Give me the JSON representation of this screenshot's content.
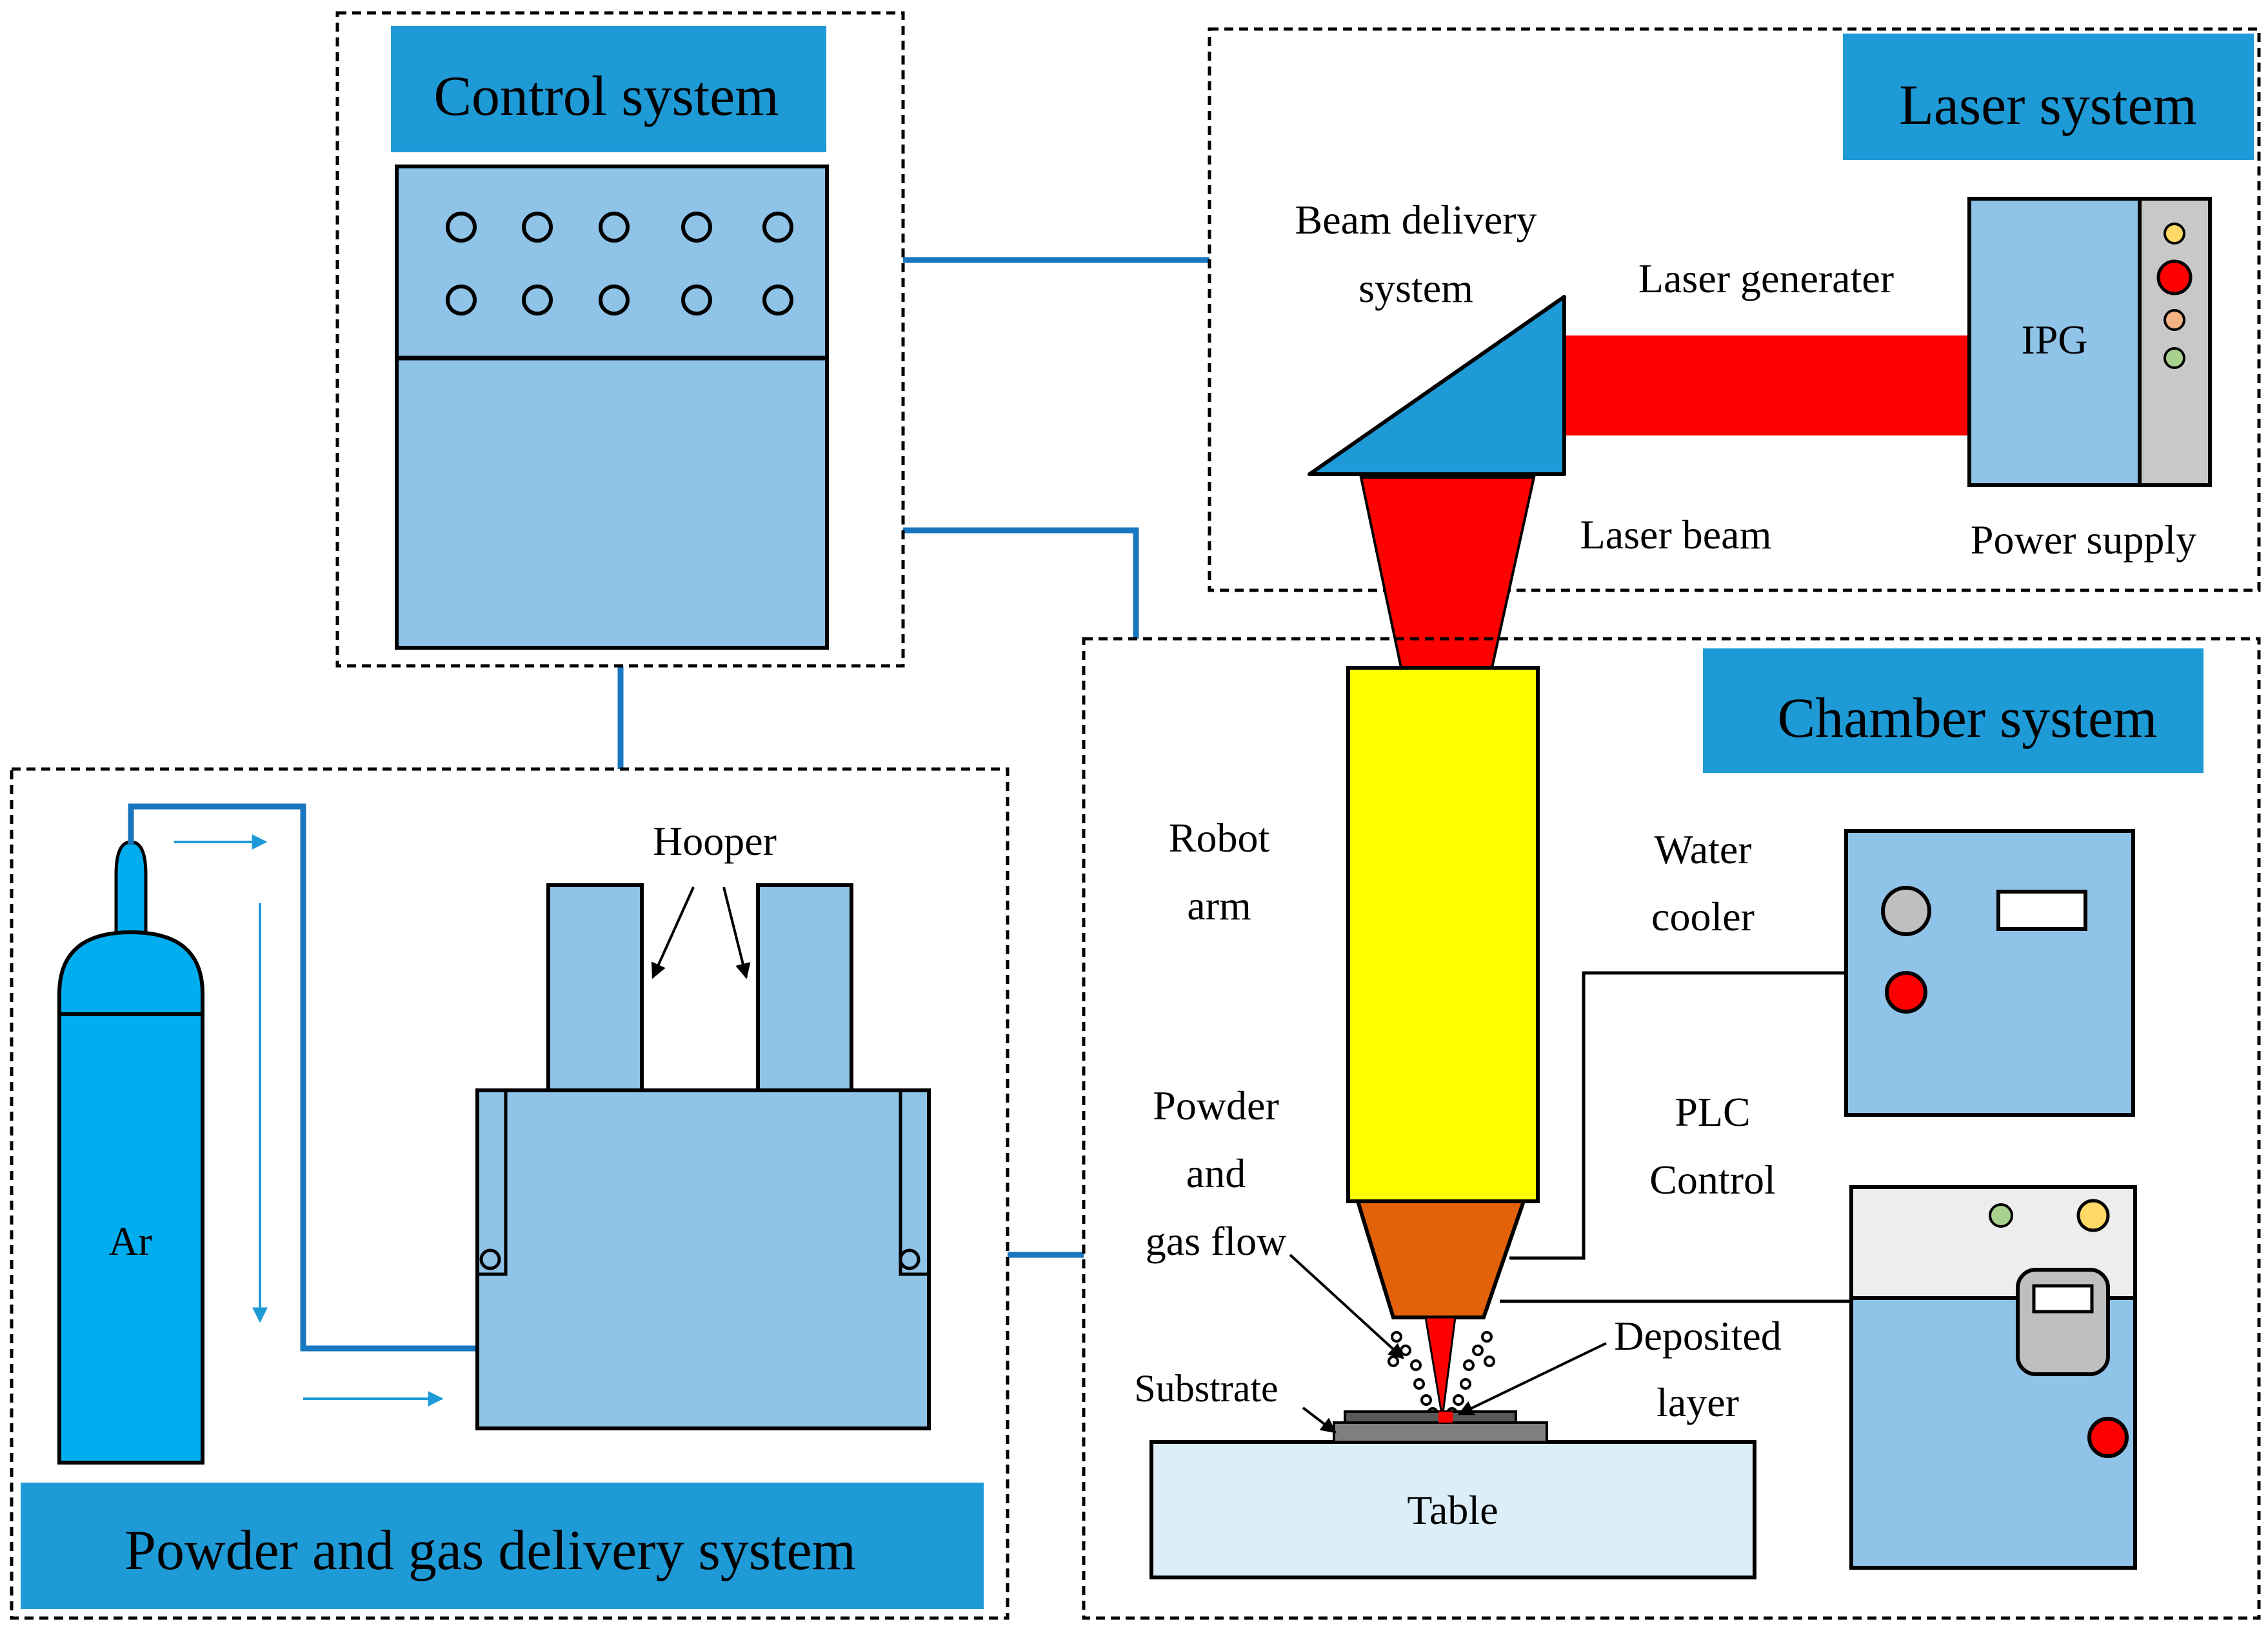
{
  "systems": {
    "control": "Control system",
    "laser": "Laser system",
    "chamber": "Chamber system",
    "powder_gas": "Powder and gas delivery system"
  },
  "labels": {
    "beam_delivery_1": "Beam delivery",
    "beam_delivery_2": "system",
    "laser_generator": "Laser generater",
    "ipg": "IPG",
    "laser_beam": "Laser beam",
    "power_supply": "Power supply",
    "robot_arm_1": "Robot",
    "robot_arm_2": "arm",
    "water_cooler_1": "Water",
    "water_cooler_2": "cooler",
    "plc_1": "PLC",
    "plc_2": "Control",
    "powder_flow_1": "Powder",
    "powder_flow_2": "and",
    "powder_flow_3": "gas flow",
    "deposited_1": "Deposited",
    "deposited_2": "layer",
    "substrate": "Substrate",
    "table": "Table",
    "hooper": "Hooper",
    "argon": "Ar"
  },
  "colors": {
    "title_box": "#1e9ad6",
    "panel": "#8fc3e8",
    "connector": "#1877bf",
    "cylinder": "#00adef",
    "laser_red": "#ff0000",
    "nozzle_yellow": "#ffff00",
    "nozzle_orange": "#e36209",
    "table_fill": "#dbeef9"
  }
}
